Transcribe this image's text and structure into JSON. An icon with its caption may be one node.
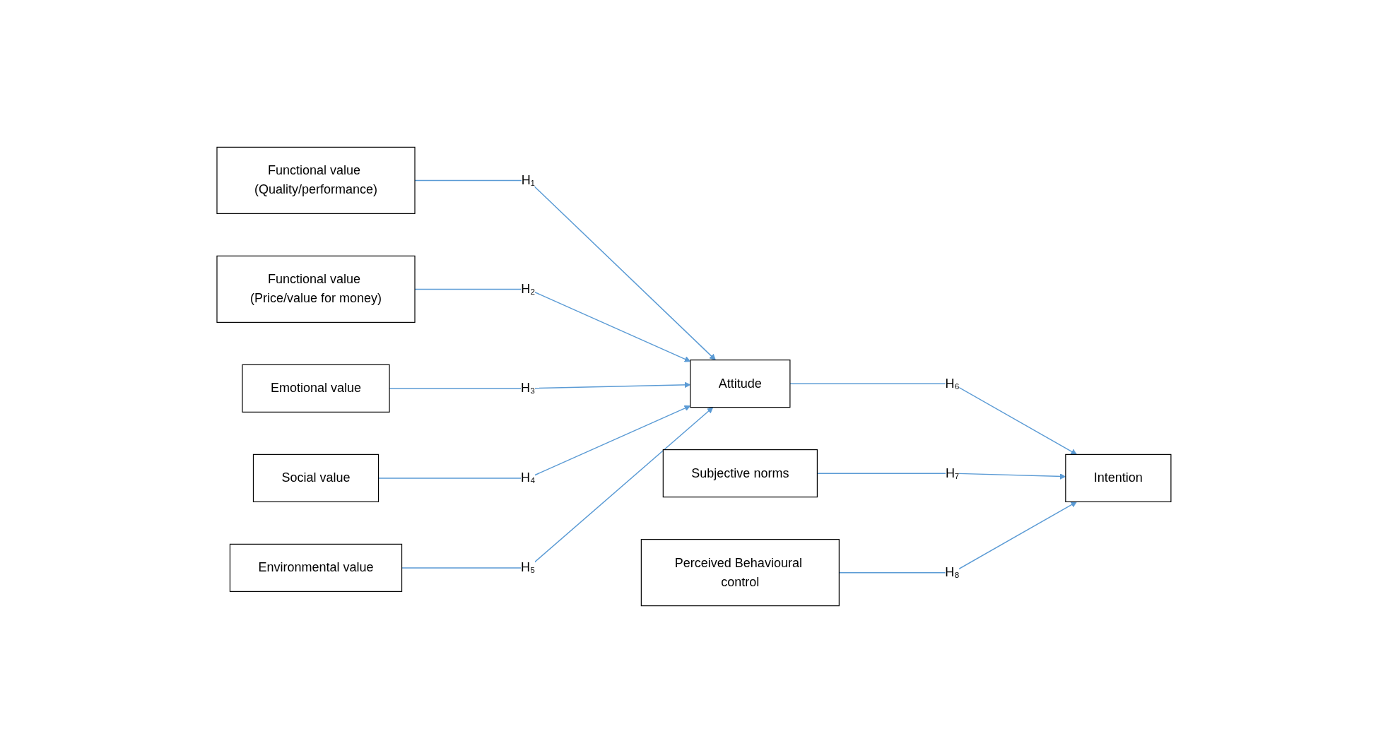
{
  "diagram": {
    "nodes": [
      {
        "text": [
          "Functional value (Quality/performance)"
        ]
      },
      {
        "text": [
          "Functional value (Price/value for money)"
        ]
      },
      {
        "text": [
          "Emotional value"
        ]
      },
      {
        "text": [
          "Social value"
        ]
      },
      {
        "text": [
          "Environmental value"
        ]
      },
      {
        "text": [
          "Attitude"
        ]
      },
      {
        "text": [
          "Subjective norms"
        ]
      },
      {
        "text": [
          "Perceived Behavioural control"
        ]
      },
      {
        "text": [
          "Intention"
        ]
      }
    ],
    "edges": [
      {
        "from": 0,
        "to": 5,
        "arrow": "to",
        "label": "H₁"
      },
      {
        "from": 1,
        "to": 5,
        "arrow": "to",
        "label": "H₂"
      },
      {
        "from": 2,
        "to": 5,
        "arrow": "to",
        "label": "H₃"
      },
      {
        "from": 3,
        "to": 5,
        "arrow": "to",
        "label": "H₄"
      },
      {
        "from": 4,
        "to": 5,
        "arrow": "to",
        "label": "H₅"
      },
      {
        "from": 5,
        "to": 8,
        "arrow": "to",
        "label": "H₆"
      },
      {
        "from": 6,
        "to": 8,
        "arrow": "to",
        "label": "H₇"
      },
      {
        "from": 7,
        "to": 8,
        "arrow": "to",
        "label": "H₈"
      }
    ]
  }
}
